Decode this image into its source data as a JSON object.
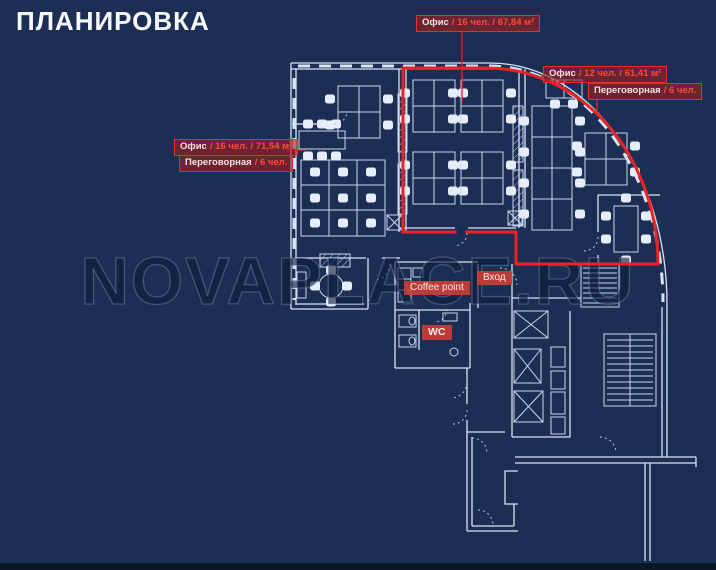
{
  "page": {
    "title": "ПЛАНИРОВКА",
    "watermark": "NOVAPLACE.RU",
    "colors": {
      "background": "#1c2e53",
      "walls": "#d9e4f6",
      "highlight_red": "#ee2220",
      "label_background": "rgba(163,30,26,0.58)"
    }
  },
  "labels": {
    "top": {
      "name": "Офис",
      "details": "/ 16 чел. / 67,84 м²"
    },
    "left": {
      "line1_name": "Офис",
      "line1_details": "/ 16 чел. / 71,54 м²",
      "line2_name": "Переговорная",
      "line2_details": "/ 6 чел."
    },
    "right": {
      "line1_name": "Офис",
      "line1_details": "/ 12 чел. / 61,41 м²",
      "line2_name": "Переговорная",
      "line2_details": "/ 6 чел."
    },
    "coffee": "Coffee point",
    "entrance": "Вход",
    "wc": "WC"
  }
}
